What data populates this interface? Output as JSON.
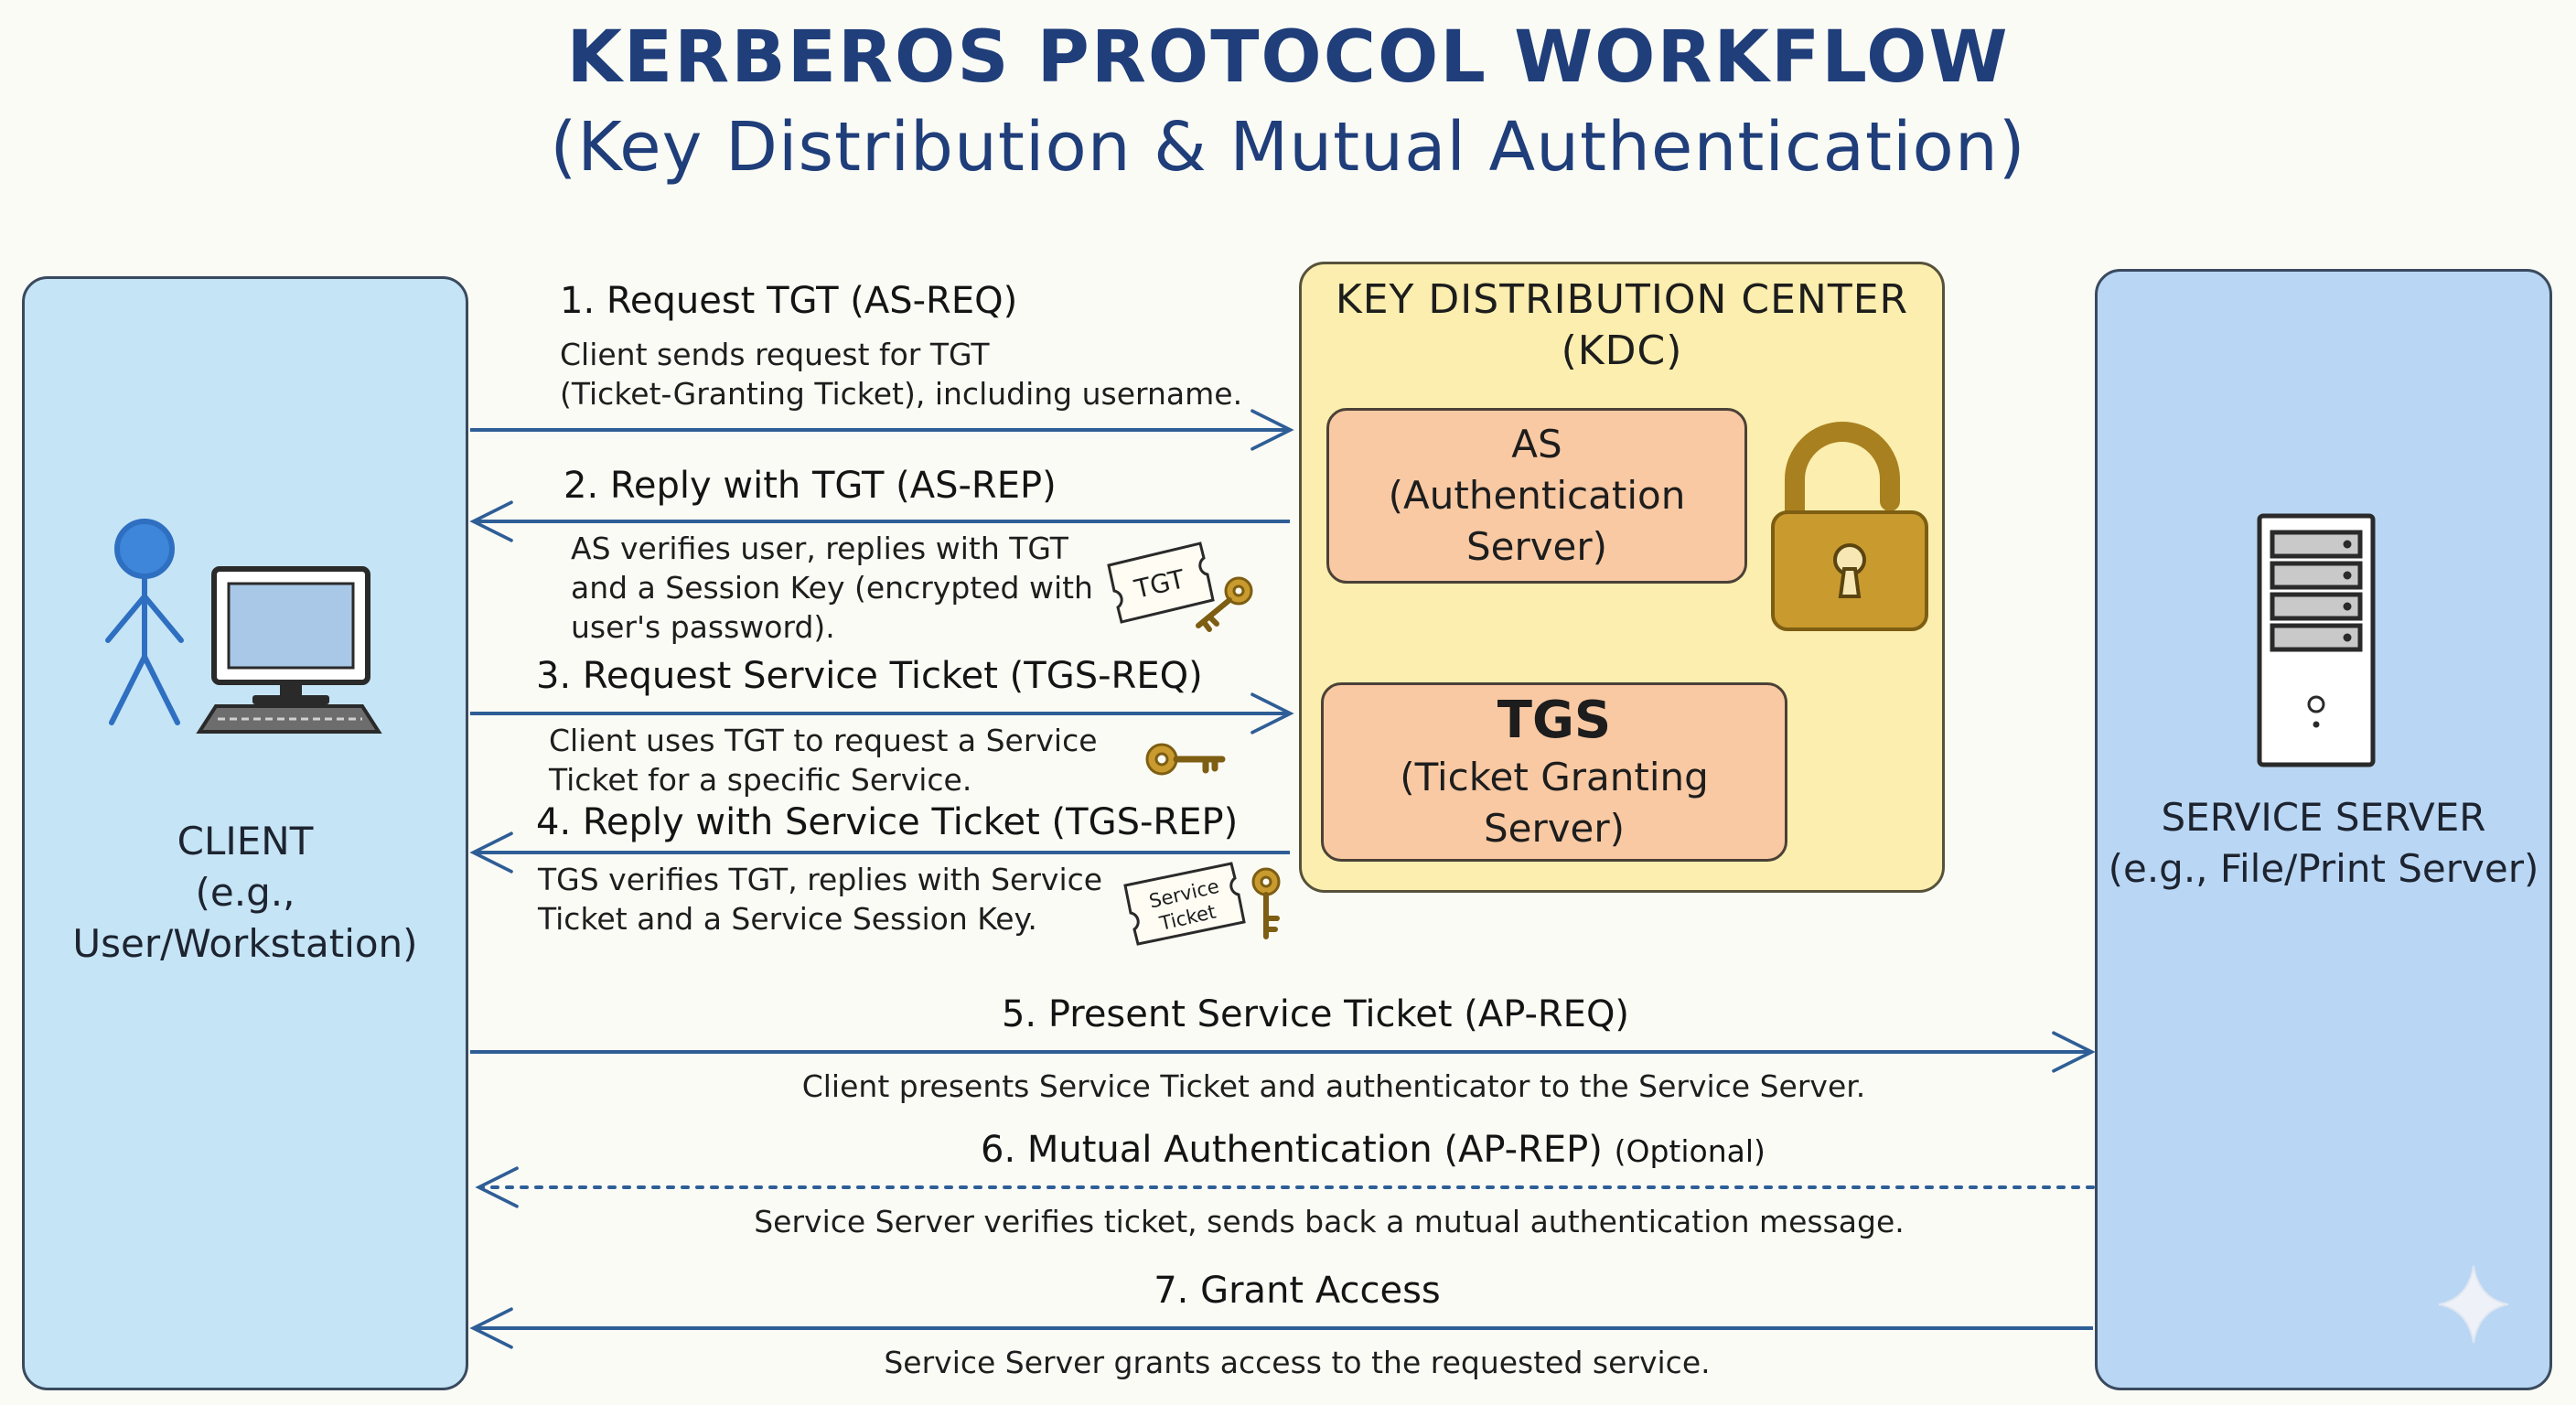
{
  "title": {
    "line1": "KERBEROS PROTOCOL WORKFLOW",
    "line2": "(Key Distribution & Mutual Authentication)"
  },
  "client": {
    "name": "CLIENT",
    "sub": "(e.g., User/Workstation)",
    "icons": [
      "person-icon",
      "computer-monitor-icon",
      "keyboard-icon"
    ]
  },
  "kdc": {
    "title_line1": "KEY DISTRIBUTION CENTER",
    "title_line2": "(KDC)",
    "as": {
      "name": "AS",
      "line2": "(Authentication",
      "line3": "Server)"
    },
    "tgs": {
      "name": "TGS",
      "full": "(Ticket Granting Server)"
    },
    "icon": "padlock-icon"
  },
  "server": {
    "name": "SERVICE SERVER",
    "sub": "(e.g., File/Print Server)",
    "icon": "server-tower-icon"
  },
  "tokens": {
    "tgt": "TGT",
    "service_ticket_line1": "Service",
    "service_ticket_line2": "Ticket"
  },
  "steps": [
    {
      "label": "1. Request TGT (AS-REQ)",
      "desc": [
        "Client sends request for TGT",
        "(Ticket-Granting Ticket), including username."
      ]
    },
    {
      "label": "2. Reply with TGT (AS-REP)",
      "desc": [
        "AS verifies user, replies with TGT",
        "and a Session Key (encrypted with",
        "user's password)."
      ]
    },
    {
      "label": "3. Request Service Ticket (TGS-REQ)",
      "desc": [
        "Client uses TGT to request a Service",
        "Ticket for a specific Service."
      ]
    },
    {
      "label": "4. Reply with Service Ticket (TGS-REP)",
      "desc": [
        "TGS verifies TGT, replies with Service",
        "Ticket and a Service Session Key."
      ]
    },
    {
      "label": "5. Present Service Ticket (AP-REQ)",
      "desc": [
        "Client presents Service Ticket and authenticator to the Service Server."
      ]
    },
    {
      "label": "6. Mutual Authentication (AP-REP)",
      "note": "(Optional)",
      "desc": [
        "Service Server verifies ticket, sends back a mutual authentication message."
      ]
    },
    {
      "label": "7. Grant Access",
      "desc": [
        "Service Server grants access to the requested service."
      ]
    }
  ],
  "colors": {
    "client_panel": "#c5e4f6",
    "server_panel": "#b9d6f4",
    "kdc_panel": "#fbeeae",
    "sub_box": "#f8c9a3",
    "arrow": "#2f5e96",
    "title": "#1f3e7a",
    "gold": "#c99a2e"
  }
}
